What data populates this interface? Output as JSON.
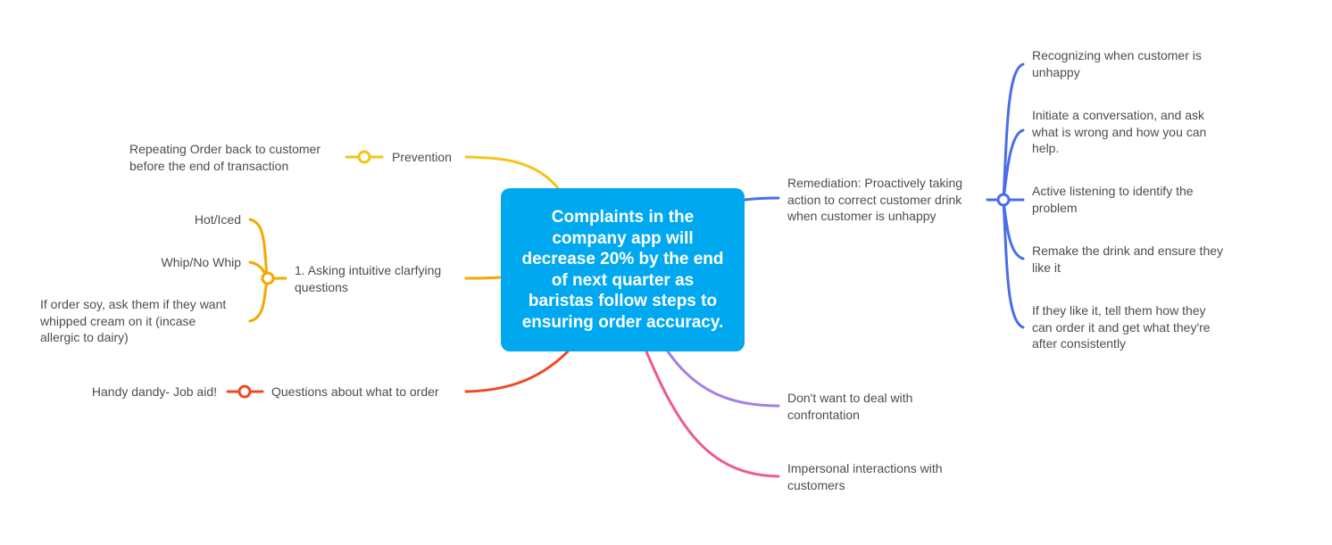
{
  "central_topic": "Complaints in the\ncompany app will\ndecrease 20% by the end\nof next quarter as\nbaristas follow steps to\nensuring order accuracy.",
  "left_branches": [
    {
      "label": "Prevention",
      "color": "#f5c518",
      "children": [
        "Repeating Order back to customer\nbefore the end of transaction"
      ]
    },
    {
      "label": "1. Asking intuitive clarfying\nquestions",
      "color": "#f5a800",
      "children": [
        "Hot/Iced",
        "Whip/No Whip",
        "If order soy, ask them if they want\nwhipped cream on it (incase\nallergic to dairy)"
      ]
    },
    {
      "label": "Questions about what to order",
      "color": "#ee4a22",
      "children": [
        "Handy dandy- Job aid!"
      ]
    }
  ],
  "right_branches": [
    {
      "label": "Remediation: Proactively taking\naction to correct customer drink\nwhen customer is unhappy",
      "color": "#4a6ee8",
      "children": [
        "Recognizing when customer is\nunhappy",
        "Initiate a conversation, and ask\nwhat is wrong and how you can\nhelp.",
        "Active listening to identify the\nproblem",
        "Remake the drink and ensure they\nlike it",
        "If they like it, tell them how they\ncan order it and get what they're\nafter consistently"
      ]
    },
    {
      "label": "Don't want to deal with\nconfrontation",
      "color": "#a77ee6",
      "children": []
    },
    {
      "label": "Impersonal interactions with\ncustomers",
      "color": "#ee5a92",
      "children": []
    }
  ]
}
